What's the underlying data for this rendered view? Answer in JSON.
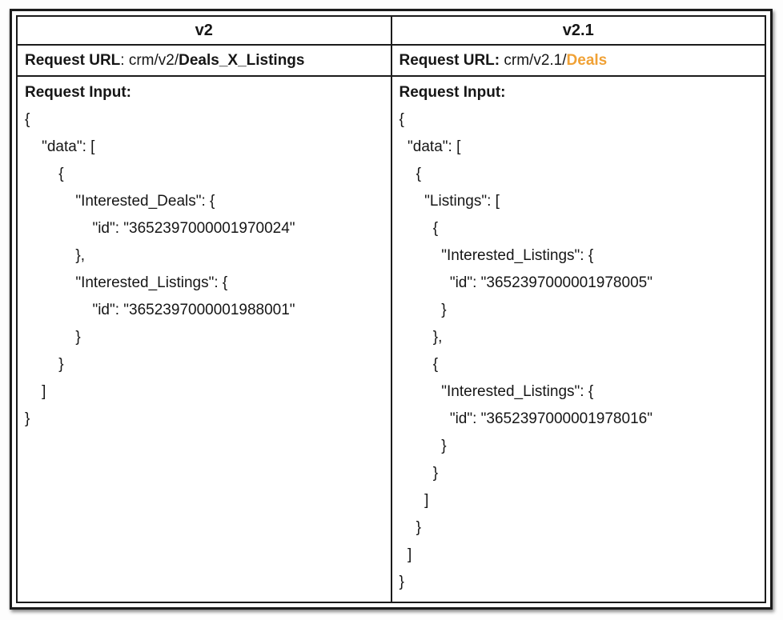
{
  "colors": {
    "accent_orange": "#F0A135",
    "border_black": "#1b1b1b"
  },
  "columns": [
    {
      "header": "v2",
      "request_url_segments": [
        {
          "text": "Request URL",
          "bold": true
        },
        {
          "text": ": crm/v2/",
          "bold": false
        },
        {
          "text": "Deals_X_Listings",
          "bold": true
        }
      ],
      "request_input_label": "Request Input:",
      "code_lines": [
        "{",
        "    \"data\": [",
        "        {",
        "            \"Interested_Deals\": {",
        "                \"id\": \"3652397000001970024\"",
        "            },",
        "            \"Interested_Listings\": {",
        "                \"id\": \"3652397000001988001\"",
        "            }",
        "        }",
        "    ]",
        "}"
      ]
    },
    {
      "header": "v2.1",
      "request_url_segments": [
        {
          "text": "Request URL:",
          "bold": true
        },
        {
          "text": " crm/v2.1/",
          "bold": false
        },
        {
          "text": "Deals",
          "bold": true,
          "color": "#F0A135"
        }
      ],
      "request_input_label": "Request Input:",
      "code_lines": [
        "{",
        "  \"data\": [",
        "    {",
        "      \"Listings\": [",
        "        {",
        "          \"Interested_Listings\": {",
        "            \"id\": \"3652397000001978005\"",
        "          }",
        "        },",
        "        {",
        "          \"Interested_Listings\": {",
        "            \"id\": \"3652397000001978016\"",
        "          }",
        "        }",
        "      ]",
        "    }",
        "  ]",
        "}"
      ]
    }
  ]
}
